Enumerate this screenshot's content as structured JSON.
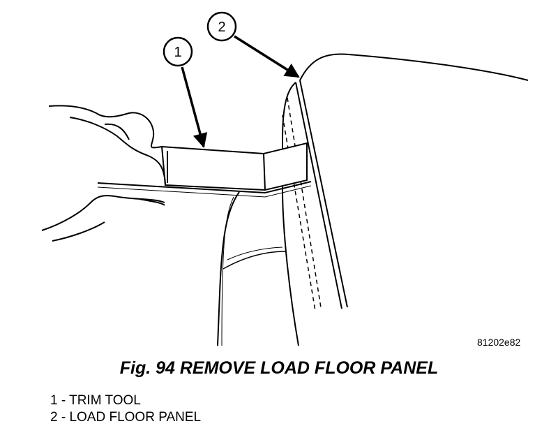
{
  "figure": {
    "ref_code": "81202e82",
    "caption": "Fig. 94 REMOVE LOAD FLOOR PANEL",
    "callouts": [
      {
        "number": "1",
        "label": "TRIM TOOL"
      },
      {
        "number": "2",
        "label": "LOAD FLOOR PANEL"
      }
    ],
    "legend": [
      "1 - TRIM TOOL",
      "2 - LOAD FLOOR PANEL"
    ]
  }
}
